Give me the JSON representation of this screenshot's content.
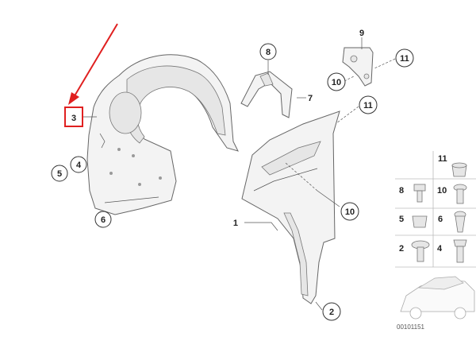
{
  "callouts": {
    "c1": "1",
    "c2": "2",
    "c3": "3",
    "c4": "4",
    "c5": "5",
    "c6": "6",
    "c7": "7",
    "c8": "8",
    "c9": "9",
    "c10a": "10",
    "c10b": "10",
    "c11a": "11",
    "c11b": "11"
  },
  "parts_table": {
    "r1": "11",
    "r2a": "8",
    "r2b": "10",
    "r3a": "5",
    "r3b": "6",
    "r4a": "2",
    "r4b": "4"
  },
  "doc_number": "00101151",
  "highlight_color": "#e02020"
}
